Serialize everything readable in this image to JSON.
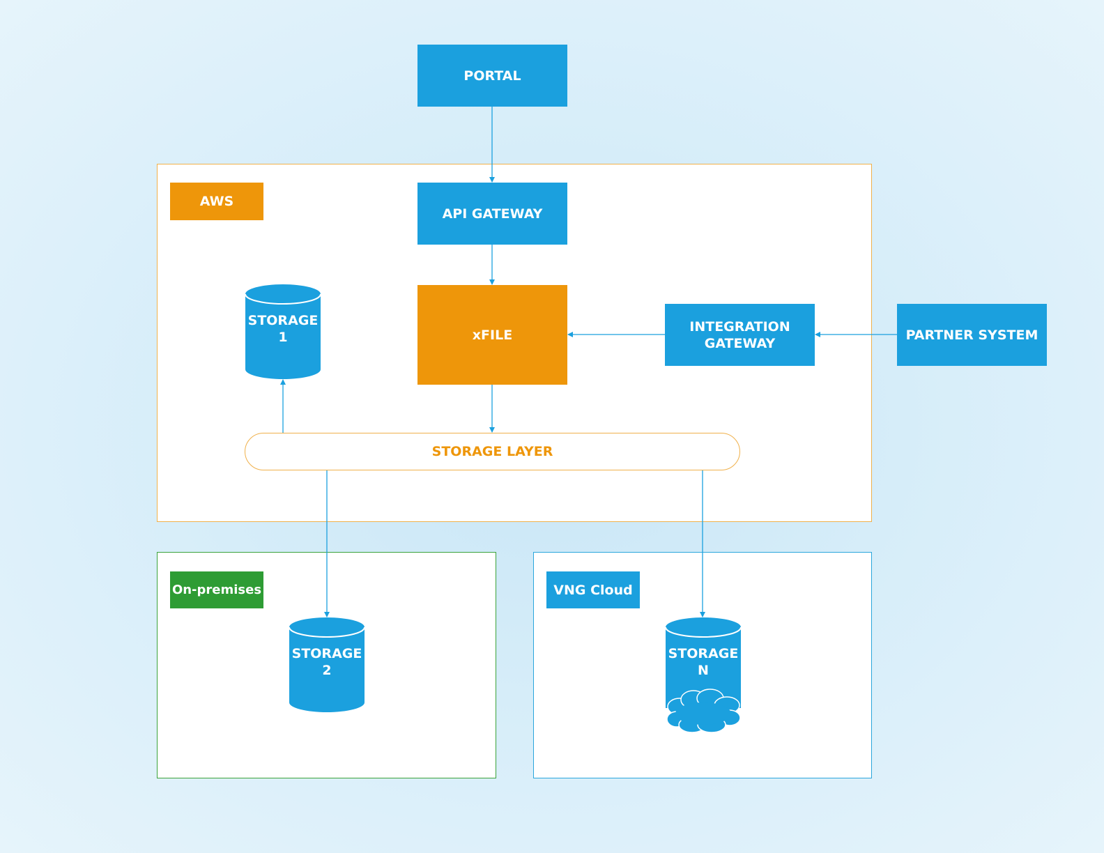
{
  "diagram": {
    "nodes": {
      "portal": "PORTAL",
      "api_gateway": "API GATEWAY",
      "xfile": "xFILE",
      "integration_gateway": [
        "INTEGRATION",
        "GATEWAY"
      ],
      "partner_system": "PARTNER SYSTEM",
      "storage_layer": "STORAGE LAYER",
      "storage_1": [
        "STORAGE",
        "1"
      ],
      "storage_2": [
        "STORAGE",
        "2"
      ],
      "storage_n": [
        "STORAGE",
        "N"
      ]
    },
    "regions": {
      "aws": "AWS",
      "on_premises": "On-premises",
      "vng_cloud": "VNG Cloud"
    },
    "edges": [
      {
        "from": "PORTAL",
        "to": "API GATEWAY"
      },
      {
        "from": "API GATEWAY",
        "to": "xFILE"
      },
      {
        "from": "PARTNER SYSTEM",
        "to": "INTEGRATION GATEWAY"
      },
      {
        "from": "INTEGRATION GATEWAY",
        "to": "xFILE"
      },
      {
        "from": "xFILE",
        "to": "STORAGE LAYER"
      },
      {
        "from": "STORAGE LAYER",
        "to": "STORAGE 1"
      },
      {
        "from": "STORAGE LAYER",
        "to": "STORAGE 2"
      },
      {
        "from": "STORAGE LAYER",
        "to": "STORAGE N"
      }
    ],
    "colors": {
      "blue": "#1ba0de",
      "orange": "#ee960a",
      "green": "#2e9c34",
      "background": "#d6edf9"
    }
  }
}
